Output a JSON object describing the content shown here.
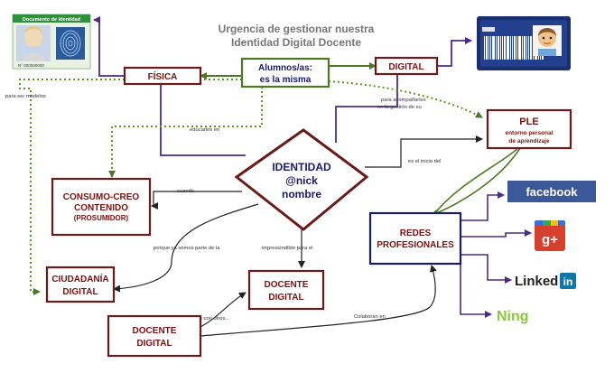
{
  "title": {
    "line1": "Urgencia de gestionar nuestra",
    "line2": "Identidad Digital Docente"
  },
  "id_card": {
    "header": "Documento de Identidad",
    "footer": "N° 000000000"
  },
  "nodes": {
    "fisica": "FÍSICA",
    "alumnos_line1": "Alumnos/as:",
    "alumnos_line2": "es la misma",
    "digital": "DIGITAL",
    "identidad_line1": "IDENTIDAD",
    "identidad_line2": "@nick",
    "identidad_line3": "nombre",
    "ple_title": "PLE",
    "ple_sub1": "entorno personal",
    "ple_sub2": "de aprendizaje",
    "consumo_line1": "CONSUMO-CREO",
    "consumo_line2": "CONTENIDO",
    "consumo_line3": "(PROSUMIDOR)",
    "redes_line1": "REDES",
    "redes_line2": "PROFESIONALES",
    "ciudadania_line1": "CIUDADANÍA",
    "ciudadania_line2": "DIGITAL",
    "docente1_line1": "DOCENTE",
    "docente1_line2": "DIGITAL",
    "docente2_line1": "DOCENTE",
    "docente2_line2": "DIGITAL"
  },
  "edge_labels": {
    "para_ser_modelos": "para ser modelos",
    "educarles_en": "educarles en",
    "acompanarles_1": "para acompañarles",
    "acompanarles_2": "en la gestión de su",
    "es_inicio": "es el inicio del",
    "cuando": "cuando",
    "porque": "porque ya somos parte de la",
    "imprescindible": "imprescindible para el",
    "que_con_otros": "Que con otros...",
    "colaboran_en": "Colaboran en"
  },
  "brands": {
    "facebook": "facebook",
    "google_plus": "g+",
    "linkedin_text": "Linked",
    "linkedin_in": "in",
    "ning": "Ning"
  },
  "colors": {
    "maroon": "#6b1a1a",
    "navy": "#1a1a6e",
    "green": "#4a7a22",
    "purple_arrow": "#4b2a8c",
    "dotted_green": "#5a9a1a",
    "facebook_blue": "#3b5998",
    "gplus_red": "#d6402d",
    "linkedin_blue": "#0e76a8",
    "ning_green": "#8dc63f"
  },
  "icons": [
    "id-card-photo",
    "fingerprint-icon",
    "barcode-card-icon",
    "avatar-icon"
  ]
}
